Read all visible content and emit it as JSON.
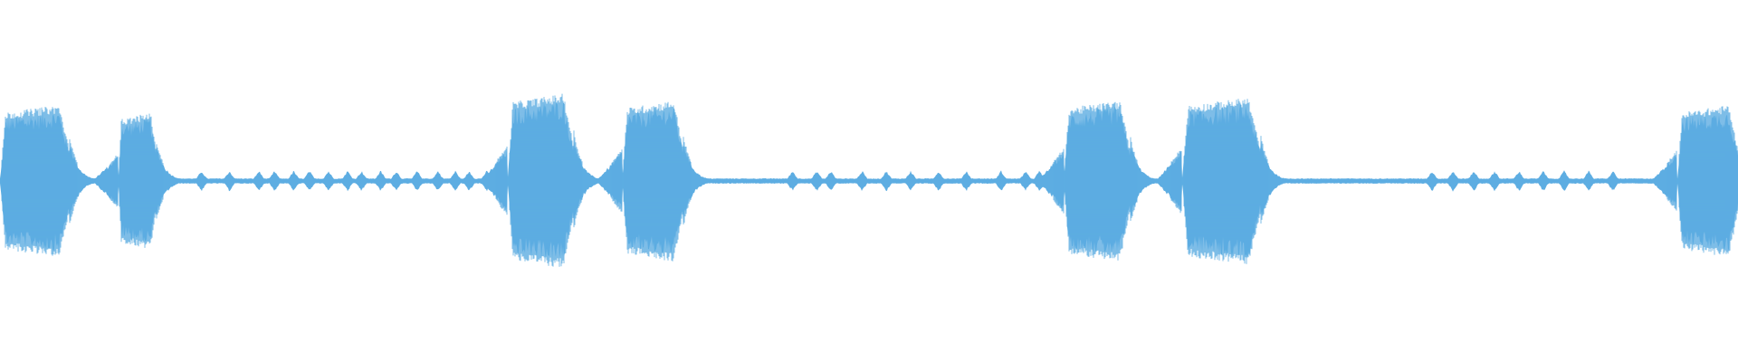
{
  "waveform": {
    "color": "#5DADE2",
    "background": "#ffffff",
    "bursts": [
      {
        "start": 0.0,
        "end": 0.04,
        "level": 0.8
      },
      {
        "start": 0.068,
        "end": 0.09,
        "level": 0.72
      },
      {
        "start": 0.292,
        "end": 0.33,
        "level": 0.92
      },
      {
        "start": 0.358,
        "end": 0.393,
        "level": 0.85
      },
      {
        "start": 0.612,
        "end": 0.65,
        "level": 0.85
      },
      {
        "start": 0.68,
        "end": 0.725,
        "level": 0.88
      },
      {
        "start": 0.965,
        "end": 1.0,
        "level": 0.8
      }
    ],
    "quiet_level": 0.03,
    "small_blips": [
      0.116,
      0.132,
      0.149,
      0.158,
      0.169,
      0.178,
      0.189,
      0.2,
      0.208,
      0.219,
      0.228,
      0.24,
      0.252,
      0.262,
      0.27,
      0.28,
      0.456,
      0.47,
      0.478,
      0.496,
      0.51,
      0.524,
      0.54,
      0.556,
      0.576,
      0.59,
      0.598,
      0.612,
      0.824,
      0.836,
      0.848,
      0.86,
      0.874,
      0.888,
      0.9,
      0.914,
      0.928
    ]
  }
}
